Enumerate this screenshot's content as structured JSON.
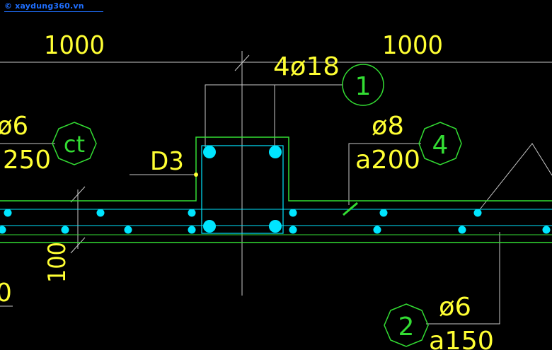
{
  "watermark": "© xaydung360.vn",
  "colors": {
    "background": "#000000",
    "text": "#ffff33",
    "concrete_outline": "#33dd33",
    "rebar": "#00e5ff",
    "leader": "#c8c8c8",
    "bubble": "#33dd33"
  },
  "dimensions": {
    "left_span": "1000",
    "right_span": "1000",
    "slab_thickness": "100"
  },
  "labels": {
    "main_bar": "4ø18",
    "stirrup_dia": "ø8",
    "stirrup_spacing": "a200",
    "left_bar_dia": "ø6",
    "left_bar_spacing": "250",
    "beam_mark": "D3",
    "bottom_bar_dia": "ø6",
    "bottom_bar_spacing": "a150",
    "edge_partial": "0"
  },
  "bubbles": {
    "b1": "1",
    "b4": "4",
    "b2": "2",
    "bct": "ct"
  }
}
